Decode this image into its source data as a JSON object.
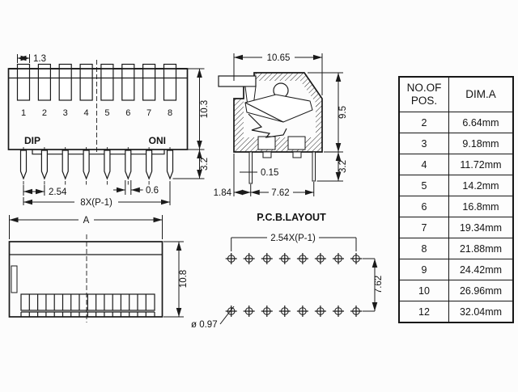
{
  "front_view": {
    "dims": {
      "switch_width": "1.3",
      "body_height": "10.3",
      "pin_length": "3.2",
      "pin_pitch": "2.54",
      "pin_width": "0.6",
      "total_span": "8X(P-1)"
    },
    "labels": {
      "dip": "DIP",
      "on": "ONI"
    },
    "switch_numbers": [
      "1",
      "2",
      "3",
      "4",
      "5",
      "6",
      "7",
      "8"
    ]
  },
  "section_view": {
    "dims": {
      "body_width": "10.65",
      "body_height": "9.5",
      "pin_length": "3.2",
      "pin_thickness": "0.15",
      "pin_offset": "1.84",
      "row_spacing": "7.62"
    }
  },
  "bottom_view": {
    "dims": {
      "body_width": "A",
      "body_height": "10.8"
    }
  },
  "pcb_layout": {
    "title": "P.C.B.LAYOUT",
    "dims": {
      "hole_pitch": "2.54X(P-1)",
      "row_spacing": "7.62",
      "hole_diameter": "ø 0.97"
    }
  },
  "table": {
    "header": {
      "col1_line1": "NO.OF",
      "col1_line2": "POS.",
      "col2": "DIM.A"
    },
    "rows": [
      {
        "pos": "2",
        "dim": "6.64mm"
      },
      {
        "pos": "3",
        "dim": "9.18mm"
      },
      {
        "pos": "4",
        "dim": "11.72mm"
      },
      {
        "pos": "5",
        "dim": "14.2mm"
      },
      {
        "pos": "6",
        "dim": "16.8mm"
      },
      {
        "pos": "7",
        "dim": "19.34mm"
      },
      {
        "pos": "8",
        "dim": "21.88mm"
      },
      {
        "pos": "9",
        "dim": "24.42mm"
      },
      {
        "pos": "10",
        "dim": "26.96mm"
      },
      {
        "pos": "12",
        "dim": "32.04mm"
      }
    ]
  },
  "colors": {
    "line": "#1a1a1a",
    "background": "#fcfcfc"
  }
}
